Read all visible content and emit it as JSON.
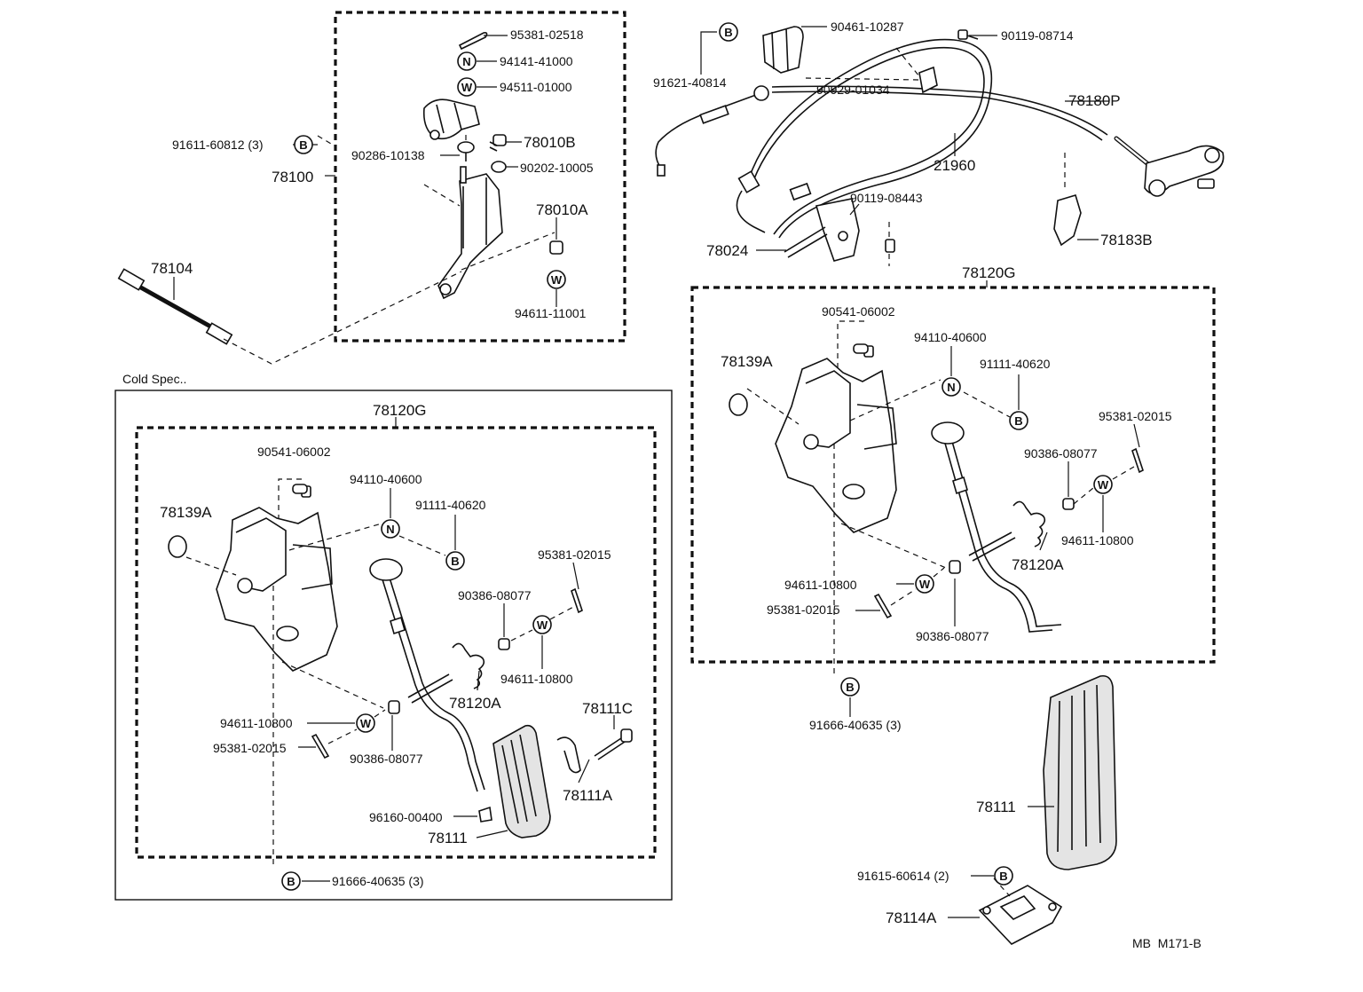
{
  "diagram": {
    "section_title": "Cold Spec..",
    "drawing_code": "MB  M171-B",
    "symbols": {
      "b": "B",
      "n": "N",
      "w": "W"
    },
    "labels": {
      "p95381_02518": "95381-02518",
      "p94141_41000": "94141-41000",
      "p94511_01000": "94511-01000",
      "p78010B": "78010B",
      "p91611_60812": "91611-60812 (3)",
      "p90286_10138": "90286-10138",
      "p90202_10005": "90202-10005",
      "p78100": "78100",
      "p78010A": "78010A",
      "p78104": "78104",
      "p94611_11001": "94611-11001",
      "p90461_10287": "90461-10287",
      "p90119_08714": "90119-08714",
      "p91621_40814": "91621-40814",
      "p90929_01034": "90929-01034",
      "p78180P": "78180P",
      "p21960": "21960",
      "p90119_08443": "90119-08443",
      "p78024": "78024",
      "p78183B": "78183B",
      "r_78120G": "78120G",
      "r_90541_06002": "90541-06002",
      "r_94110_40600": "94110-40600",
      "r_78139A": "78139A",
      "r_91111_40620": "91111-40620",
      "r_95381_02015_top": "95381-02015",
      "r_90386_08077_top": "90386-08077",
      "r_94611_10800_right": "94611-10800",
      "r_78120A": "78120A",
      "r_94611_10800_left": "94611-10800",
      "r_95381_02015_left": "95381-02015",
      "r_90386_08077_bottom": "90386-08077",
      "r_91666_40635": "91666-40635 (3)",
      "r_78111": "78111",
      "r_91615_60614": "91615-60614 (2)",
      "r_78114A": "78114A",
      "l_78120G": "78120G",
      "l_90541_06002": "90541-06002",
      "l_94110_40600": "94110-40600",
      "l_78139A": "78139A",
      "l_91111_40620": "91111-40620",
      "l_95381_02015_top": "95381-02015",
      "l_90386_08077_top": "90386-08077",
      "l_94611_10800_right": "94611-10800",
      "l_78120A": "78120A",
      "l_94611_10800_left": "94611-10800",
      "l_95381_02015_left": "95381-02015",
      "l_90386_08077_bottom": "90386-08077",
      "l_78111C": "78111C",
      "l_78111A": "78111A",
      "l_96160_00400": "96160-00400",
      "l_78111": "78111",
      "l_91666_40635": "91666-40635 (3)"
    }
  }
}
